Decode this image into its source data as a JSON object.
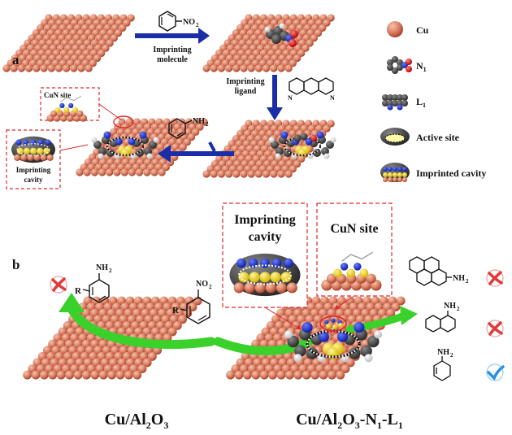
{
  "panel_a": {
    "label": "a",
    "step1": {
      "line1": "Imprinting",
      "line2": "molecule"
    },
    "step2": {
      "line1": "Imprinting",
      "line2": "ligand"
    },
    "cun_site": "CuN site",
    "imprinting_cavity": {
      "line1": "Imprinting",
      "line2": "cavity"
    }
  },
  "legend": [
    {
      "icon": "cu-atom",
      "label": "Cu",
      "subscript": ""
    },
    {
      "icon": "nitrobenzene-molecule",
      "label": "N",
      "subscript": "1"
    },
    {
      "icon": "phenanthroline-ligand",
      "label": "L",
      "subscript": "1"
    },
    {
      "icon": "active-site",
      "label": "Active site",
      "subscript": ""
    },
    {
      "icon": "imprinted-cavity",
      "label": "Imprinted cavity",
      "subscript": ""
    }
  ],
  "panel_b": {
    "label": "b",
    "imprinting_cavity": {
      "line1": "Imprinting",
      "line2": "cavity"
    },
    "cun_site": "CuN site",
    "catalyst_left": {
      "main": "Cu/Al",
      "sub1": "2",
      "mid": "O",
      "sub2": "3",
      "tail": ""
    },
    "catalyst_right": {
      "main": "Cu/Al",
      "sub1": "2",
      "mid": "O",
      "sub2": "3",
      "tail": "-N",
      "sub3": "1",
      "tail2": "-L",
      "sub4": "1"
    },
    "r_group": "R"
  },
  "chem": {
    "no2": "NO",
    "no2_sub": "2",
    "nh2": "NH",
    "nh2_sub": "2"
  },
  "colors": {
    "cu": "#d9826a",
    "cu_dark": "#a4472f",
    "arrow_blue": "#1a2ea8",
    "arrow_green": "#3ad12a",
    "dash_red": "#e0282b",
    "reject_red": "#e23a3a",
    "accept_blue": "#2b8fe0"
  }
}
